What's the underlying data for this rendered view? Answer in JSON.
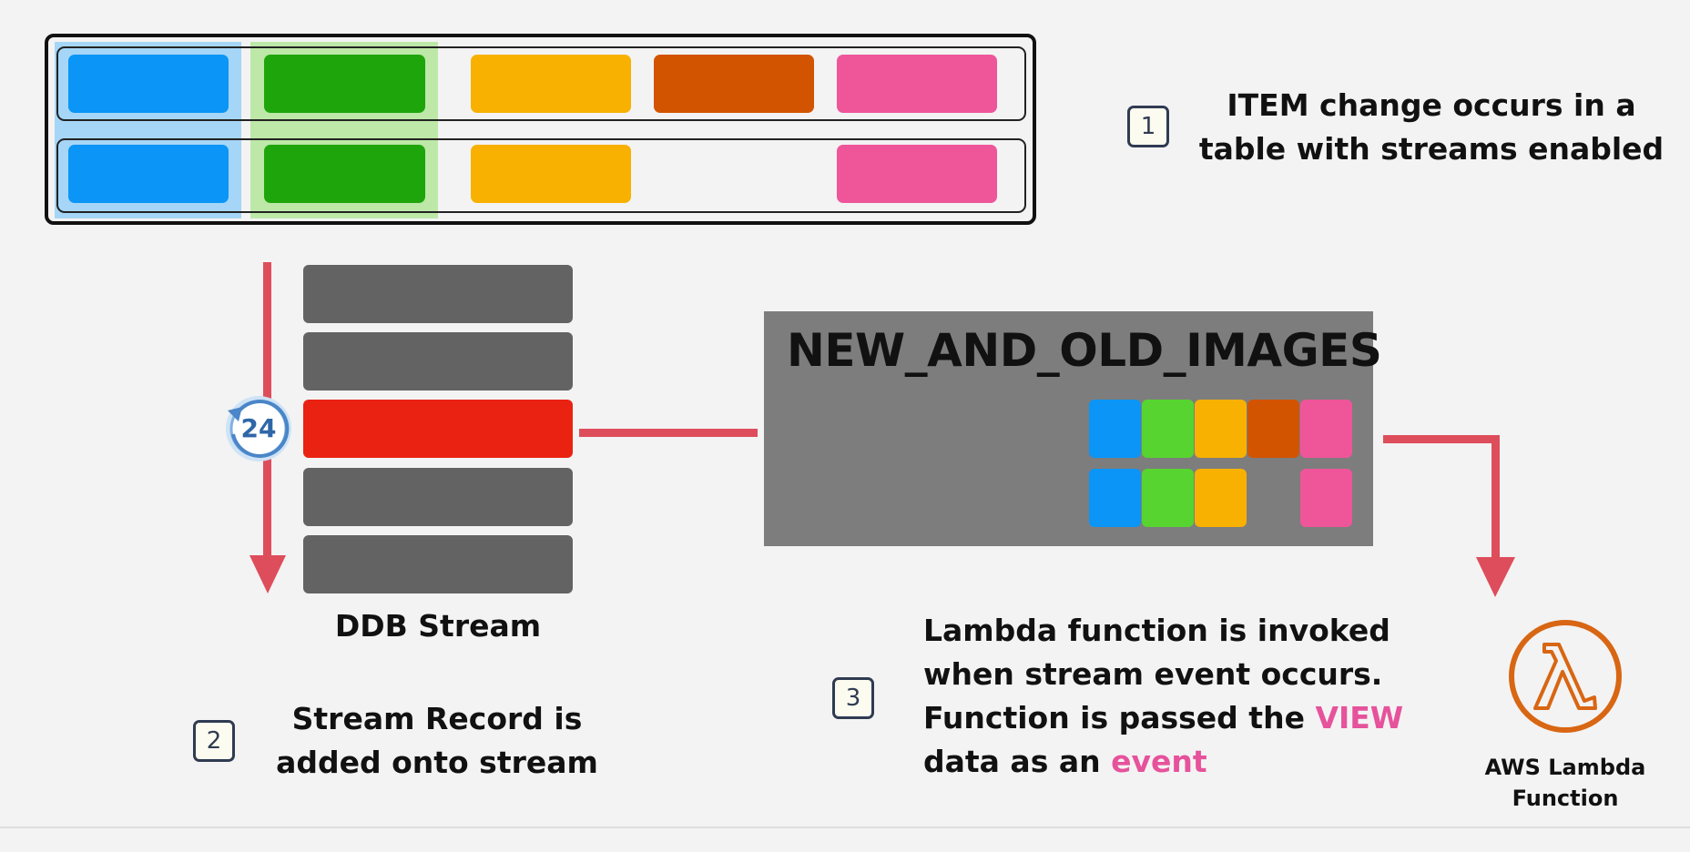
{
  "colors": {
    "blue": "#0a95f7",
    "green": "#1ea50b",
    "light_green": "#57d42f",
    "yellow": "#f8b100",
    "orange": "#d35400",
    "pink": "#ef569a",
    "gray_block": "#636363",
    "red_block": "#ea2212",
    "arrow": "#de4d5b",
    "lambda_orange": "#d86613"
  },
  "step1": {
    "badge": "1",
    "line1": "ITEM change occurs in a",
    "line2": "table with streams enabled"
  },
  "stream": {
    "label": "DDB Stream",
    "retention": "24"
  },
  "step2": {
    "badge": "2",
    "line1": "Stream Record is",
    "line2": "added onto stream"
  },
  "view": {
    "title": "NEW_AND_OLD_IMAGES"
  },
  "step3": {
    "badge": "3",
    "line1": "Lambda function is invoked",
    "line2": "when stream event occurs.",
    "line3_prefix": "Function is passed the ",
    "line3_highlight": "VIEW",
    "line4_prefix": "data as an ",
    "line4_highlight": "event"
  },
  "lambda": {
    "line1": "AWS Lambda",
    "line2": "Function",
    "icon": "lambda-icon"
  }
}
